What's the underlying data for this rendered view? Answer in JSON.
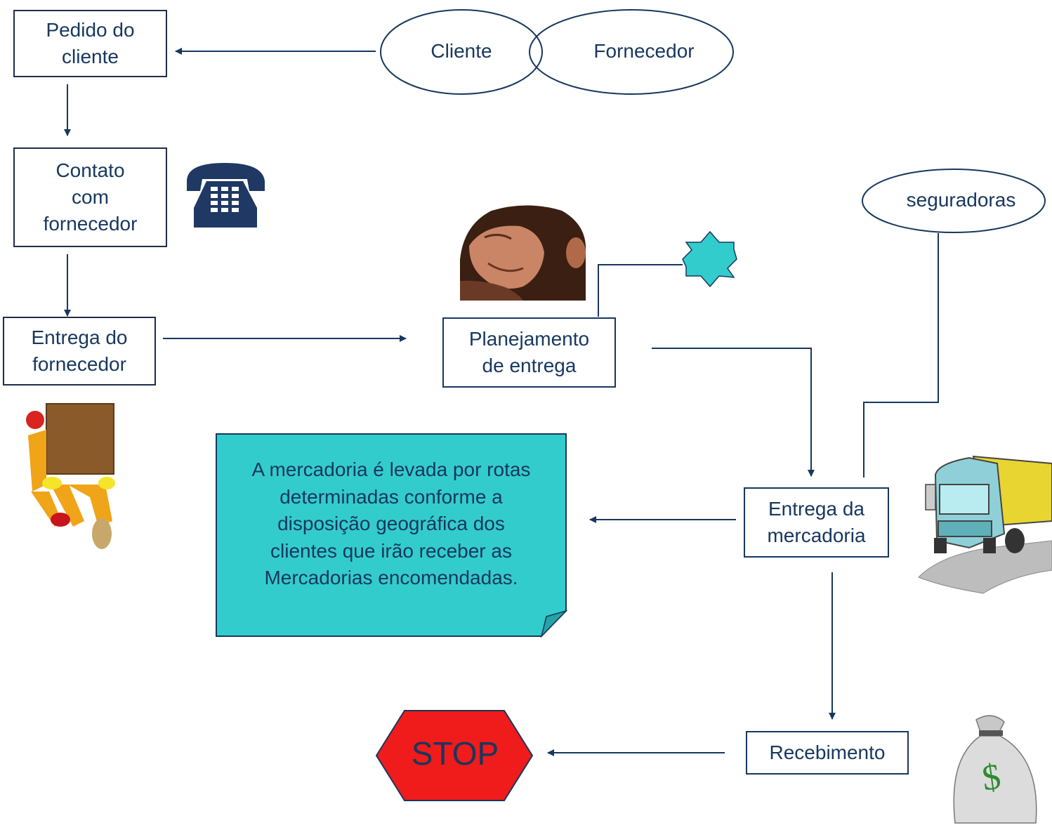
{
  "colors": {
    "navy": "#17375e",
    "teal": "#33cccc",
    "stop_red": "#f01b1b"
  },
  "ellipses": {
    "cliente": "Cliente",
    "fornecedor": "Fornecedor",
    "seguradoras": "seguradoras"
  },
  "boxes": {
    "pedido": "Pedido do\ncliente",
    "contato": "Contato\ncom\nfornecedor",
    "entrega_fornecedor": "Entrega do\nfornecedor",
    "planejamento": "Planejamento\nde entrega",
    "entrega_mercadoria": "Entrega da\nmercadoria",
    "recebimento": "Recebimento"
  },
  "note": "A mercadoria é levada por rotas\ndeterminadas conforme a\ndisposição geográfica dos\nclientes que irão receber as\nMercadorias encomendadas.",
  "stop": "STOP",
  "icons": [
    "telephone-icon",
    "thinking-chimp-icon",
    "delivery-man-icon",
    "truck-icon",
    "money-bag-icon",
    "star-burst-icon"
  ]
}
